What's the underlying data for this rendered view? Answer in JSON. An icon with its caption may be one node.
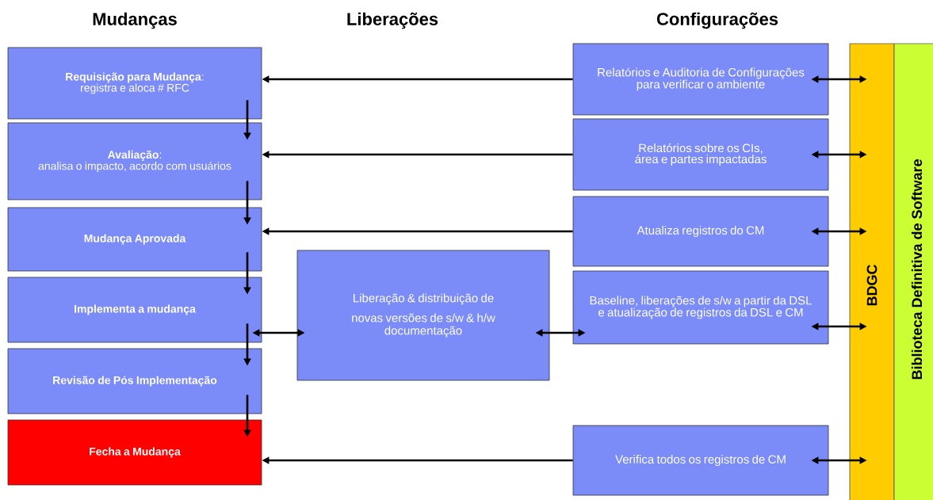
{
  "diagram": {
    "nodes": [
      {
        "text": [
          "**Requisição para Mudança**:",
          "registra e aloca # RFC"
        ]
      },
      {
        "text": [
          "**Avaliação**:",
          "analisa o impacto, acordo com usuários"
        ]
      },
      {
        "text": [
          "Mudança Aprovada"
        ]
      },
      {
        "text": [
          "Implementa a mudança"
        ]
      },
      {
        "text": [
          "Revisão de Pós Implementação"
        ]
      },
      {
        "text": [
          "Fecha a Mudança"
        ]
      },
      {
        "text": [
          "Liberação & distribuição de novas versões de s/w & h/w",
          "documentação"
        ]
      },
      {
        "text": [
          "Relatórios e Auditoria de Configurações para verificar o ambiente"
        ]
      },
      {
        "text": [
          "Relatórios sobre os CIs, área e partes impactadas"
        ]
      },
      {
        "text": [
          "Atualiza registros do CM"
        ]
      },
      {
        "text": [
          "Baseline, liberações de s/w a partir da DSL e atualização de registros da DSL e CM"
        ]
      },
      {
        "text": [
          "Verifica todos os registros de CM"
        ]
      },
      {
        "text": [
          "BDGC"
        ]
      },
      {
        "text": [
          "Biblioteca Definitiva de Software"
        ]
      }
    ],
    "edges": [
      {
        "from": 0,
        "to": 1,
        "arrow": "to"
      },
      {
        "from": 1,
        "to": 2,
        "arrow": "to"
      },
      {
        "from": 2,
        "to": 3,
        "arrow": "to"
      },
      {
        "from": 3,
        "to": 4,
        "arrow": "to"
      },
      {
        "from": 4,
        "to": 5,
        "arrow": "to"
      },
      {
        "from": 7,
        "to": 0,
        "arrow": "to"
      },
      {
        "from": 8,
        "to": 1,
        "arrow": "to"
      },
      {
        "from": 9,
        "to": 2,
        "arrow": "to"
      },
      {
        "from": 11,
        "to": 5,
        "arrow": "to"
      },
      {
        "from": 3,
        "to": 6,
        "arrow": "both"
      },
      {
        "from": 6,
        "to": 10,
        "arrow": "both"
      },
      {
        "from": 7,
        "to": 12,
        "arrow": "both"
      },
      {
        "from": 8,
        "to": 12,
        "arrow": "both"
      },
      {
        "from": 9,
        "to": 12,
        "arrow": "both"
      },
      {
        "from": 10,
        "to": 12,
        "arrow": "both"
      },
      {
        "from": 11,
        "to": 12,
        "arrow": "both"
      }
    ],
    "labels": [
      "Mudanças",
      "Liberações",
      "Configurações"
    ]
  }
}
